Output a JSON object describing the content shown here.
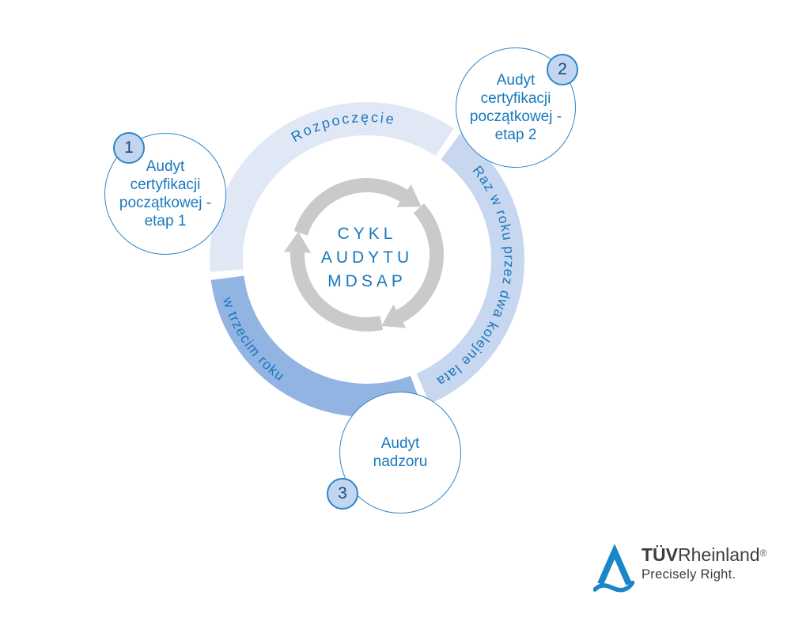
{
  "diagram_title": {
    "lines": [
      "CYKL",
      "AUDYTU",
      "MDSAP"
    ]
  },
  "ring": {
    "segments": [
      {
        "label": "Rozpoczęcie",
        "color": "#e0e8f6"
      },
      {
        "label": "Raz w roku przez dwa kolejne lata",
        "color": "#c7d7f0"
      },
      {
        "label": "w trzecim roku",
        "color": "#92b4e3"
      }
    ]
  },
  "nodes": [
    {
      "number": "1",
      "lines": [
        "Audyt",
        "certyfikacji",
        "początkowej -",
        "etap 1"
      ]
    },
    {
      "number": "2",
      "lines": [
        "Audyt",
        "certyfikacji",
        "początkowej -",
        "etap 2"
      ]
    },
    {
      "number": "3",
      "lines": [
        "Audyt",
        "nadzoru"
      ]
    }
  ],
  "branding": {
    "name_bold": "TÜV",
    "name_regular": "Rheinland",
    "registered_mark": "®",
    "tagline": "Precisely Right."
  },
  "colors": {
    "segment_start": "#e0e8f6",
    "segment_years": "#c7d7f0",
    "segment_third_year": "#92b4e3",
    "arc_label": "#1b76bc",
    "node_border": "#2e86c8",
    "node_text": "#1878be",
    "badge_fill": "#c3d6f0",
    "badge_border": "#2e86c8",
    "badge_text": "#1b4a7e",
    "arrows": "#cacaca",
    "center_text": "#1878be",
    "logo_blue": "#1a86c8",
    "logo_text": "#3d3d3d"
  }
}
